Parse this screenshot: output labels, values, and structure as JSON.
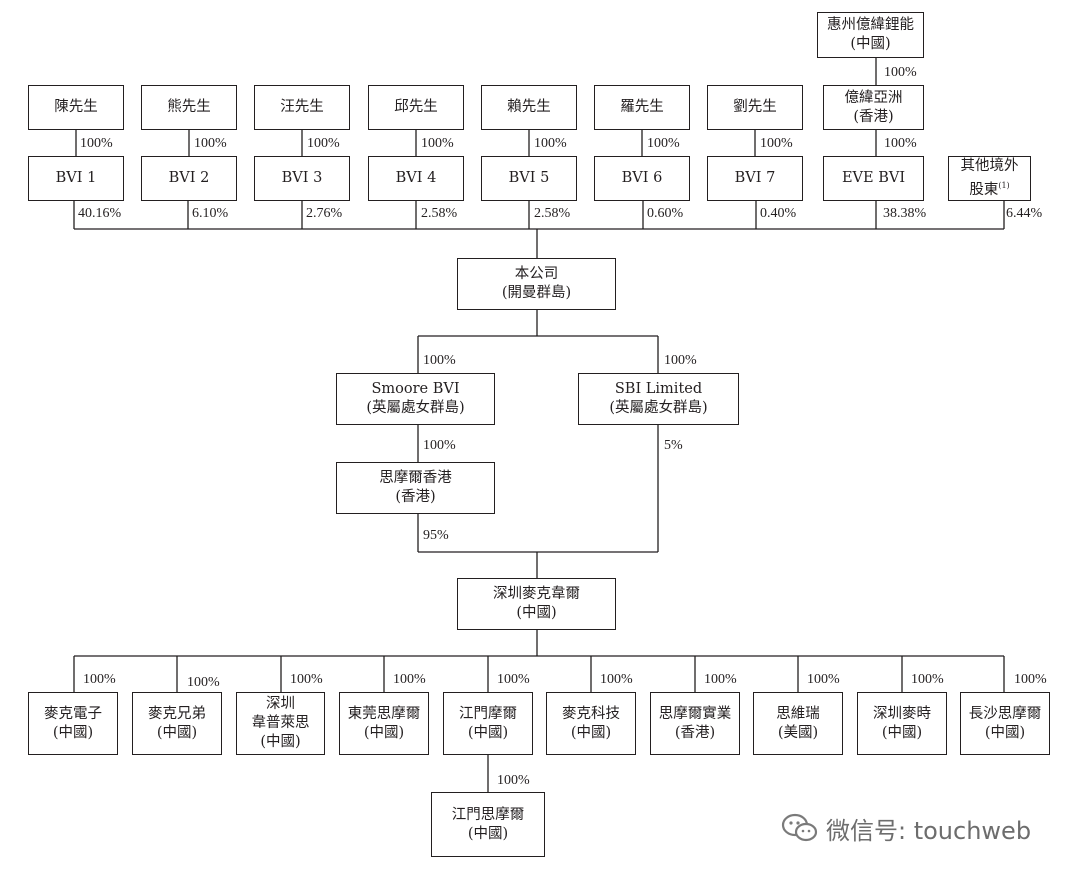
{
  "top_parent": {
    "line1": "惠州億緯鋰能",
    "line2": "(中國)",
    "pct": "100%"
  },
  "mid_parent": {
    "line1": "億緯亞洲",
    "line2": "(香港)",
    "pct": "100%"
  },
  "founders": [
    {
      "name": "陳先生",
      "pct": "100%",
      "bvi": "BVI 1",
      "share": "40.16%"
    },
    {
      "name": "熊先生",
      "pct": "100%",
      "bvi": "BVI 2",
      "share": "6.10%"
    },
    {
      "name": "汪先生",
      "pct": "100%",
      "bvi": "BVI 3",
      "share": "2.76%"
    },
    {
      "name": "邱先生",
      "pct": "100%",
      "bvi": "BVI 4",
      "share": "2.58%"
    },
    {
      "name": "賴先生",
      "pct": "100%",
      "bvi": "BVI 5",
      "share": "2.58%"
    },
    {
      "name": "羅先生",
      "pct": "100%",
      "bvi": "BVI 6",
      "share": "0.60%"
    },
    {
      "name": "劉先生",
      "pct": "100%",
      "bvi": "BVI 7",
      "share": "0.40%"
    }
  ],
  "eve_bvi": {
    "label": "EVE BVI",
    "share": "38.38%"
  },
  "others": {
    "line1": "其他境外",
    "line2": "股東",
    "note": "(1)",
    "share": "6.44%"
  },
  "company": {
    "line1": "本公司",
    "line2": "(開曼群島)"
  },
  "smoore_bvi": {
    "line1": "Smoore BVI",
    "line2": "(英屬處女群島)",
    "pct": "100%"
  },
  "sbi": {
    "line1": "SBI Limited",
    "line2": "(英屬處女群島)",
    "pct": "100%",
    "pct2": "5%"
  },
  "smoore_hk": {
    "line1": "思摩爾香港",
    "line2": "(香港)",
    "pct": "100%",
    "pct2": "95%"
  },
  "shenzhen": {
    "line1": "深圳麥克韋爾",
    "line2": "(中國)"
  },
  "subsidiaries": [
    {
      "lines": [
        "麥克電子",
        "(中國)"
      ],
      "pct": "100%"
    },
    {
      "lines": [
        "麥克兄弟",
        "(中國)"
      ],
      "pct": "100%"
    },
    {
      "lines": [
        "深圳",
        "韋普萊思",
        "(中國)"
      ],
      "pct": "100%"
    },
    {
      "lines": [
        "東莞思摩爾",
        "(中國)"
      ],
      "pct": "100%"
    },
    {
      "lines": [
        "江門摩爾",
        "(中國)"
      ],
      "pct": "100%"
    },
    {
      "lines": [
        "麥克科技",
        "(中國)"
      ],
      "pct": "100%"
    },
    {
      "lines": [
        "思摩爾實業",
        "(香港)"
      ],
      "pct": "100%"
    },
    {
      "lines": [
        "思維瑞",
        "(美國)"
      ],
      "pct": "100%"
    },
    {
      "lines": [
        "深圳麥時",
        "(中國)"
      ],
      "pct": "100%"
    },
    {
      "lines": [
        "長沙思摩爾",
        "(中國)"
      ],
      "pct": "100%"
    }
  ],
  "jiangmen_sub": {
    "line1": "江門思摩爾",
    "line2": "(中國)",
    "pct": "100%"
  },
  "watermark": {
    "icon": "wechat-icon",
    "text": "微信号: touchweb"
  }
}
